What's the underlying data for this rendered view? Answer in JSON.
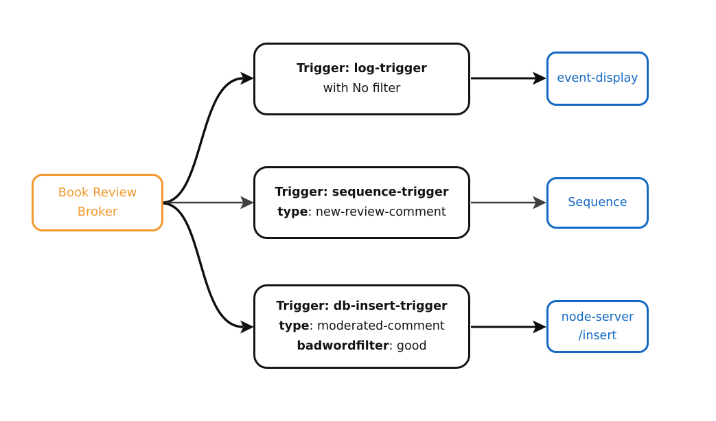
{
  "colors": {
    "orange": "#F2982D",
    "blue": "#1268C4",
    "edge_dark": "#0E0E0E",
    "edge_gray": "#3F3F3F",
    "background": "#FFFFFF"
  },
  "diagram": {
    "broker": {
      "label": "Book Review\nBroker"
    },
    "triggers": [
      {
        "title": "Trigger: log-trigger",
        "rows": [
          {
            "bold": "",
            "text": "with No filter"
          }
        ]
      },
      {
        "title": "Trigger: sequence-trigger",
        "rows": [
          {
            "bold": "type",
            "text": ": new-review-comment"
          }
        ]
      },
      {
        "title": "Trigger: db-insert-trigger",
        "rows": [
          {
            "bold": "type",
            "text": ": moderated-comment"
          },
          {
            "bold": "badwordfilter",
            "text": ": good"
          }
        ]
      }
    ],
    "sinks": [
      {
        "label": "event-display"
      },
      {
        "label": "Sequence"
      },
      {
        "label": "node-server\n/insert"
      }
    ]
  }
}
